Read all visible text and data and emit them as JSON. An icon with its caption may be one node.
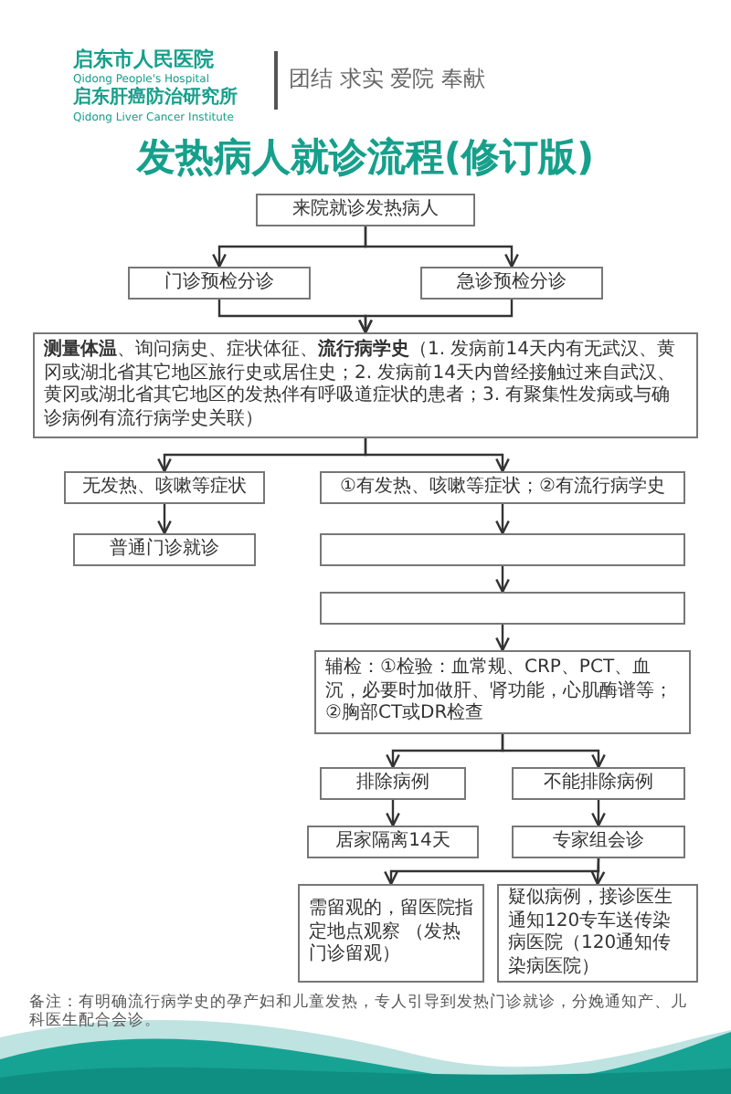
{
  "diagram": {
    "title": "发热病人就诊流程(修订版)",
    "nodes": [
      {
        "text": [
          "来院就诊发热病人"
        ]
      },
      {
        "text": [
          "门诊预检分诊"
        ]
      },
      {
        "text": [
          "急诊预检分诊"
        ]
      },
      {
        "text": [
          "**测量体温**、询问病史、症状体征、**流行病学史**（1. 发病前14天内有无武汉、黄冈或湖北省其它地区旅行史或居住史；2. 发病前14天内曾经接触过来自武汉、黄冈或湖北省其它地区的发热伴有呼吸道症状的患者；3. 有聚集性发病或与确诊病例有流行病学史关联）"
        ]
      },
      {
        "text": [
          "无发热、咳嗽等症状"
        ]
      },
      {
        "text": [
          "①有发热、咳嗽等症状；②有流行病学史"
        ]
      },
      {
        "text": [
          "普通门诊就诊"
        ]
      },
      {
        "text": [],
        "shape": "box"
      },
      {
        "text": [],
        "shape": "box"
      },
      {
        "text": [
          "辅检：①检验：血常规、CRP、PCT、血沉，必要时加做肝、肾功能，心肌酶谱等；②胸部CT或DR检查"
        ]
      },
      {
        "text": [
          "排除病例"
        ]
      },
      {
        "text": [
          "不能排除病例"
        ]
      },
      {
        "text": [
          "居家隔离14天"
        ]
      },
      {
        "text": [
          "专家组会诊"
        ]
      },
      {
        "text": [
          "需留观的，留医院指定地点观察 （发热门诊留观）"
        ]
      },
      {
        "text": [
          "疑似病例，接诊医生通知120专车送传染病医院（120通知传染病医院）"
        ]
      }
    ],
    "edges": [
      {
        "from": 0,
        "to": 1,
        "arrow": "to"
      },
      {
        "from": 0,
        "to": 2,
        "arrow": "to"
      },
      {
        "from": 1,
        "to": 3,
        "arrow": "to"
      },
      {
        "from": 2,
        "to": 3,
        "arrow": "to"
      },
      {
        "from": 3,
        "to": 4,
        "arrow": "to"
      },
      {
        "from": 3,
        "to": 5,
        "arrow": "to"
      },
      {
        "from": 4,
        "to": 6,
        "arrow": "to"
      },
      {
        "from": 5,
        "to": 7,
        "arrow": "to"
      },
      {
        "from": 7,
        "to": 8,
        "arrow": "to"
      },
      {
        "from": 8,
        "to": 9,
        "arrow": "to"
      },
      {
        "from": 9,
        "to": 10,
        "arrow": "to"
      },
      {
        "from": 9,
        "to": 11,
        "arrow": "to"
      },
      {
        "from": 10,
        "to": 12,
        "arrow": "to"
      },
      {
        "from": 11,
        "to": 13,
        "arrow": "to"
      },
      {
        "from": 13,
        "to": 14,
        "arrow": "to"
      },
      {
        "from": 13,
        "to": 15,
        "arrow": "to"
      }
    ],
    "labels": [
      "启东市人民医院",
      "Qidong People's Hospital",
      "启东肝癌防治研究所",
      "Qidong Liver Cancer Institute",
      "团结 求实 爱院 奉献",
      "备注：有明确流行病学史的孕产妇和儿童发热，专人引导到发热门诊就诊，分娩通知产、儿科医生配合会诊。"
    ]
  }
}
